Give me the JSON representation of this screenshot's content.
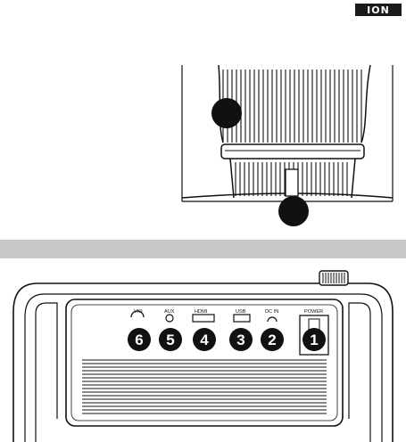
{
  "logo": {
    "text": "ION"
  },
  "ports": [
    {
      "number": "6",
      "label": "VIO"
    },
    {
      "number": "5",
      "label": "AUX"
    },
    {
      "number": "4",
      "label": "HDMI"
    },
    {
      "number": "3",
      "label": "USB"
    },
    {
      "number": "2",
      "label": "DC IN"
    },
    {
      "number": "1",
      "label": "POWER"
    }
  ],
  "colors": {
    "ink": "#111111",
    "band": "#c8c8c8",
    "background": "#ffffff"
  }
}
